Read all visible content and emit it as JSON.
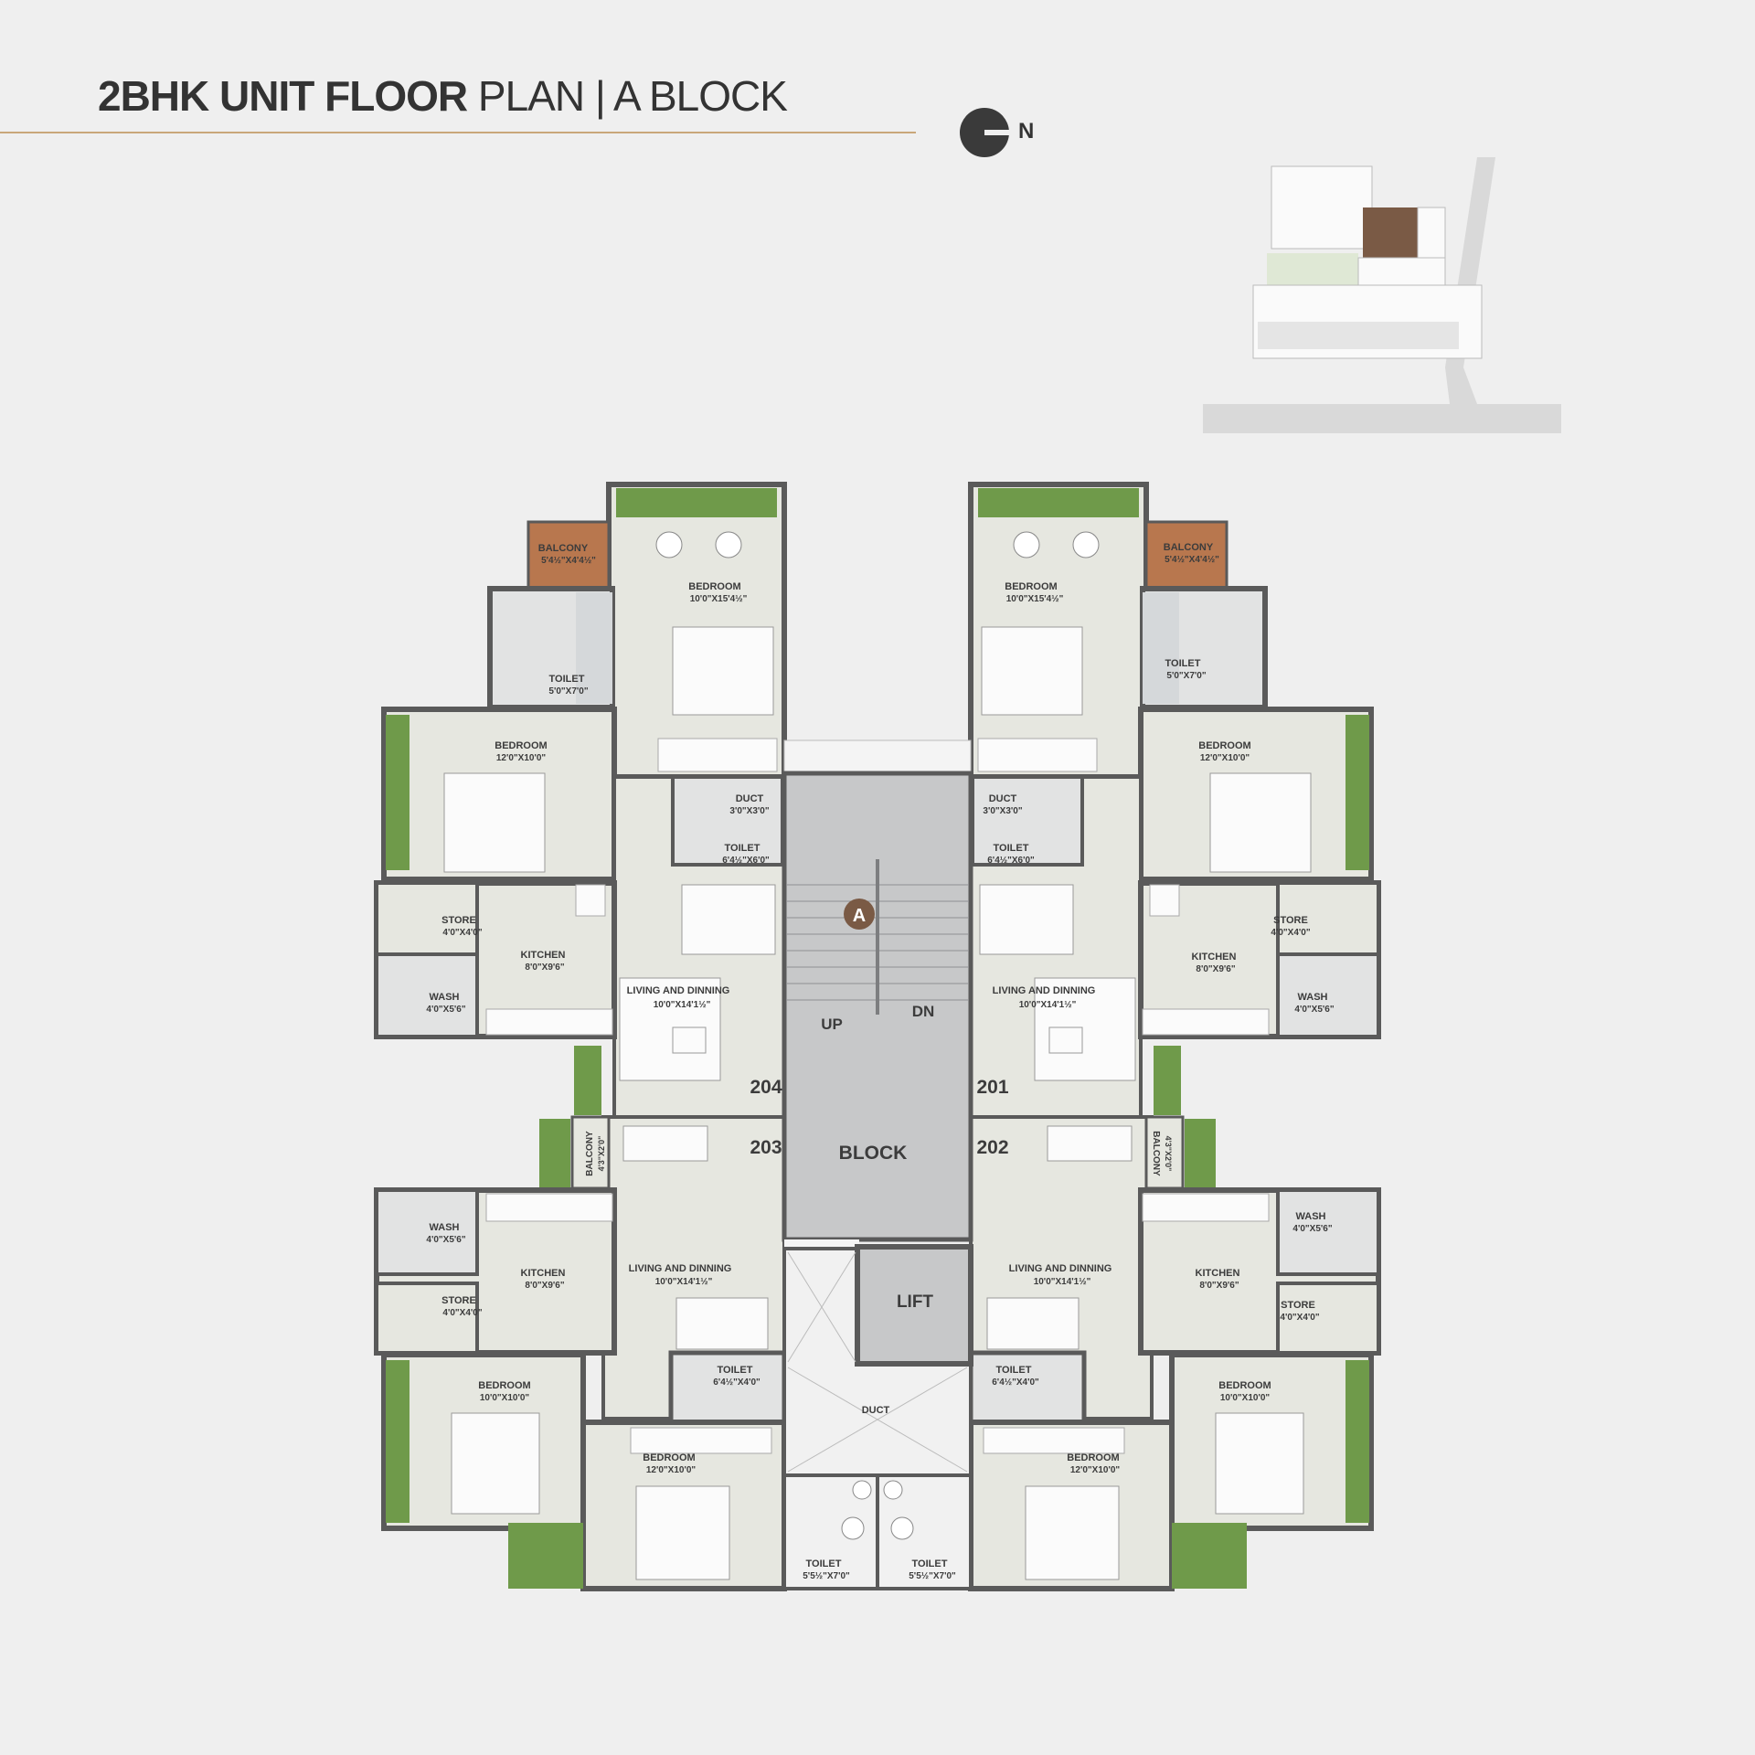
{
  "header": {
    "title_bold": "2BHK UNIT FLOOR",
    "title_rest": " PLAN | A BLOCK",
    "north": "N"
  },
  "core": {
    "up": "UP",
    "dn": "DN",
    "block_letter": "A",
    "block": "BLOCK",
    "lift": "LIFT",
    "duct": "DUCT"
  },
  "units": {
    "u204": "204",
    "u201": "201",
    "u203": "203",
    "u202": "202"
  },
  "rooms": {
    "bedroom": "BEDROOM",
    "balcony": "BALCONY",
    "toilet": "TOILET",
    "duct": "DUCT",
    "store": "STORE",
    "kitchen": "KITCHEN",
    "wash": "WASH",
    "living": "LIVING AND DINNING"
  },
  "dims": {
    "master_bed": "10'0\"X15'4½\"",
    "balcony_top": "5'4½\"X4'4½\"",
    "toilet_top": "5'0\"X7'0\"",
    "bed_12x10": "12'0\"X10'0\"",
    "duct_3x3": "3'0\"X3'0\"",
    "toilet_6x6": "6'4½\"X6'0\"",
    "store": "4'0\"X4'0\"",
    "kitchen": "8'0\"X9'6\"",
    "wash": "4'0\"X5'6\"",
    "living": "10'0\"X14'1½\"",
    "balcony_small": "4'3\"X2'0\"",
    "bed_10x10": "10'0\"X10'0\"",
    "toilet_6x4": "6'4½\"X4'0\"",
    "common_toilet": "5'5½\"X7'0\""
  },
  "colors": {
    "wall": "#5a5a5a",
    "floor": "#e6e7e0",
    "balcony_wood": "#b8774e",
    "planter_green": "#6f9a4a",
    "core_grey": "#c7c8c9",
    "accent_brown": "#7a5a45"
  }
}
